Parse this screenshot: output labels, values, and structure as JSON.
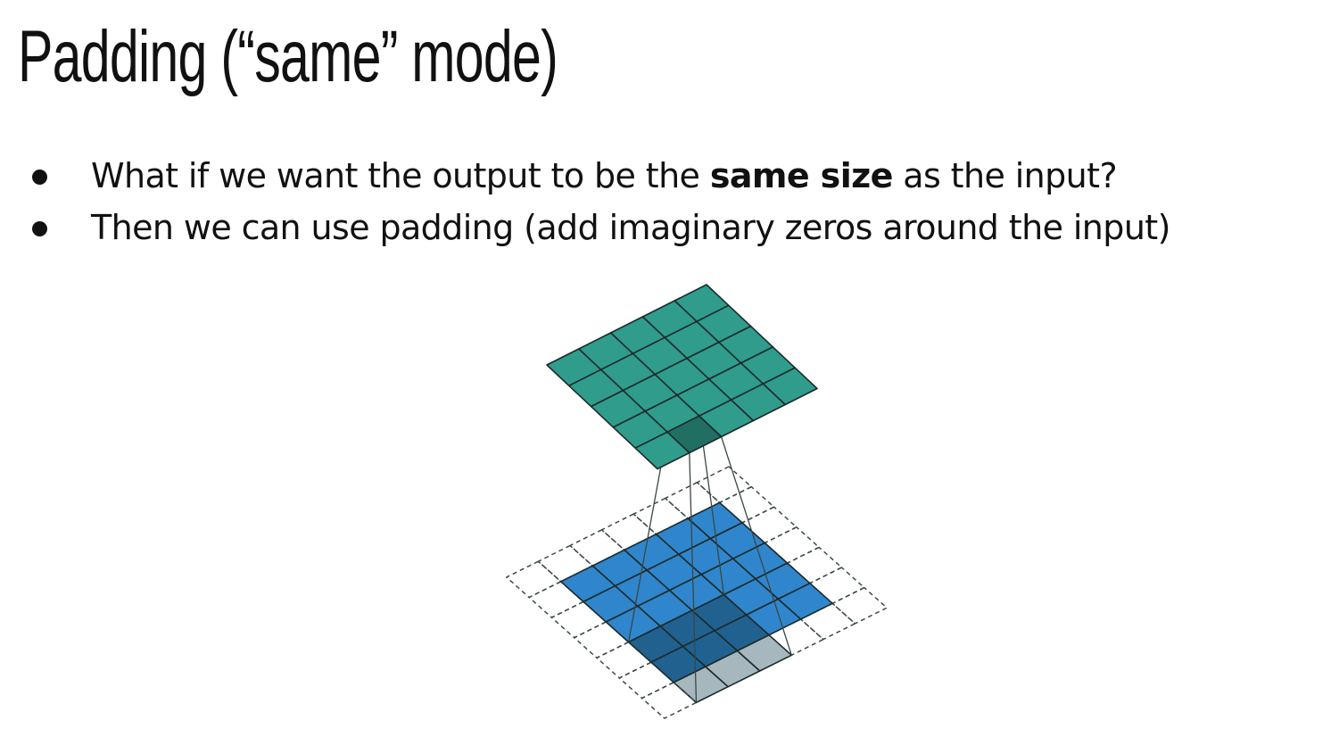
{
  "slide": {
    "title": "Padding (“same” mode)",
    "bullets": [
      {
        "before": "What if we want the output to be the ",
        "bold": "same size",
        "after": " as the input?"
      },
      {
        "before": "Then we can use padding (add imaginary zeros around the input)",
        "bold": "",
        "after": ""
      }
    ]
  },
  "diagram": {
    "input_grid": {
      "rows": 5,
      "cols": 5
    },
    "padding": 1,
    "output_grid": {
      "rows": 5,
      "cols": 5
    },
    "kernel_size": 3,
    "highlighted_output_cell": {
      "row": 4,
      "col": 3
    },
    "colors": {
      "output_fill": "#2f9c8c",
      "output_highlight": "#216e63",
      "input_fill": "#2f86cc",
      "input_highlight": "#21618f",
      "padding_kernel_fill": "#a6b8be",
      "grid_line": "#1c2a2a",
      "padding_border": "#3d4a4a"
    }
  }
}
